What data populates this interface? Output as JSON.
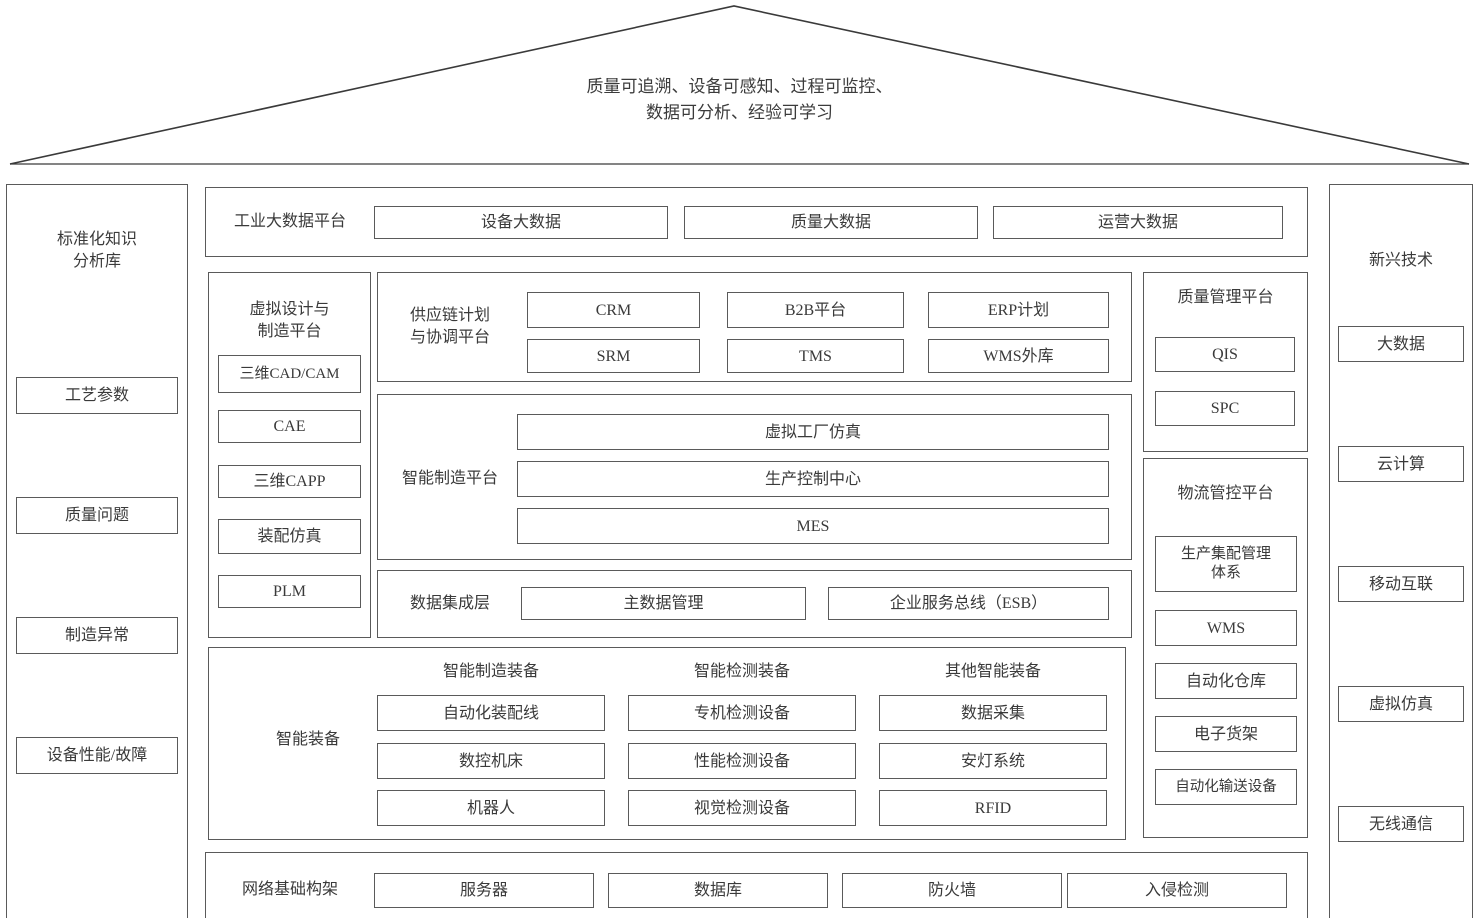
{
  "roof": {
    "motto": "质量可追溯、设备可感知、过程可监控、\n数据可分析、经验可学习"
  },
  "left_sidebar": {
    "title": "标准化知识\n分析库",
    "items": [
      {
        "label": "工艺参数"
      },
      {
        "label": "质量问题"
      },
      {
        "label": "制造异常"
      },
      {
        "label": "设备性能/故障"
      }
    ]
  },
  "right_sidebar": {
    "title": "新兴技术",
    "items": [
      {
        "label": "大数据"
      },
      {
        "label": "云计算"
      },
      {
        "label": "移动互联"
      },
      {
        "label": "虚拟仿真"
      },
      {
        "label": "无线通信"
      }
    ]
  },
  "big_data_platform": {
    "title": "工业大数据平台",
    "items": [
      {
        "label": "设备大数据"
      },
      {
        "label": "质量大数据"
      },
      {
        "label": "运营大数据"
      }
    ]
  },
  "virtual_design_platform": {
    "title": "虚拟设计与\n制造平台",
    "items": [
      {
        "label": "三维CAD/CAM"
      },
      {
        "label": "CAE"
      },
      {
        "label": "三维CAPP"
      },
      {
        "label": "装配仿真"
      },
      {
        "label": "PLM"
      }
    ]
  },
  "supply_chain_platform": {
    "title": "供应链计划\n与协调平台",
    "items": [
      {
        "label": "CRM"
      },
      {
        "label": "B2B平台"
      },
      {
        "label": "ERP计划"
      },
      {
        "label": "SRM"
      },
      {
        "label": "TMS"
      },
      {
        "label": "WMS外库"
      }
    ]
  },
  "smart_manufacturing_platform": {
    "title": "智能制造平台",
    "items": [
      {
        "label": "虚拟工厂仿真"
      },
      {
        "label": "生产控制中心"
      },
      {
        "label": "MES"
      }
    ]
  },
  "data_integration_layer": {
    "title": "数据集成层",
    "items": [
      {
        "label": "主数据管理"
      },
      {
        "label": "企业服务总线（ESB）"
      }
    ]
  },
  "quality_management_platform": {
    "title": "质量管理平台",
    "items": [
      {
        "label": "QIS"
      },
      {
        "label": "SPC"
      }
    ]
  },
  "logistics_platform": {
    "title": "物流管控平台",
    "items": [
      {
        "label": "生产集配管理\n体系"
      },
      {
        "label": "WMS"
      },
      {
        "label": "自动化仓库"
      },
      {
        "label": "电子货架"
      },
      {
        "label": "自动化输送设备"
      }
    ]
  },
  "smart_equipment": {
    "title": "智能装备",
    "groups": [
      {
        "heading": "智能制造装备",
        "items": [
          {
            "label": "自动化装配线"
          },
          {
            "label": "数控机床"
          },
          {
            "label": "机器人"
          }
        ]
      },
      {
        "heading": "智能检测装备",
        "items": [
          {
            "label": "专机检测设备"
          },
          {
            "label": "性能检测设备"
          },
          {
            "label": "视觉检测设备"
          }
        ]
      },
      {
        "heading": "其他智能装备",
        "items": [
          {
            "label": "数据采集"
          },
          {
            "label": "安灯系统"
          },
          {
            "label": "RFID"
          }
        ]
      }
    ]
  },
  "network_infrastructure": {
    "title": "网络基础构架",
    "items": [
      {
        "label": "服务器"
      },
      {
        "label": "数据库"
      },
      {
        "label": "防火墙"
      },
      {
        "label": "入侵检测"
      }
    ]
  },
  "colors": {
    "stroke": "#5a5a5a",
    "text": "#3a3a3a",
    "background": "#ffffff"
  }
}
